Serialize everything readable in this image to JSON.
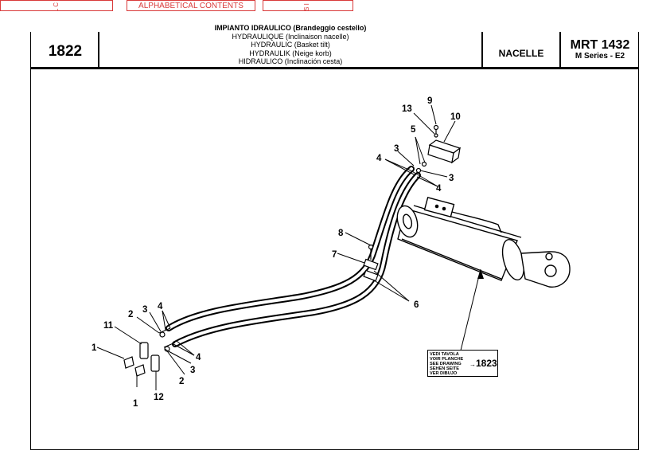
{
  "nav": {
    "left_label": "L C",
    "mid_label": "ALPHABETICAL CONTENTS",
    "right_label": "S I"
  },
  "header": {
    "plate_number": "1822",
    "titles": [
      "IMPIANTO IDRAULICO (Brandeggio cestello)",
      "HYDRAULIQUE (Inclinaison nacelle)",
      "HYDRAULIC (Basket tilt)",
      "HYDRAULIK (Neige korb)",
      "HIDRAULICO (Inclinación cesta)"
    ],
    "section": "NACELLE",
    "model": "MRT 1432",
    "series": "M Series - E2"
  },
  "reference": {
    "lines": [
      "VEDI TAVOLA",
      "VOIR PLANCHE",
      "SEE DRAWING",
      "SEHEN SEITE",
      "VER DIBUJO"
    ],
    "arrow": "→",
    "target": "1823"
  },
  "callouts": {
    "c1a": "1",
    "c1b": "1",
    "c2a": "2",
    "c2b": "2",
    "c3a": "3",
    "c3b": "3",
    "c3c": "3",
    "c3d": "3",
    "c4a": "4",
    "c4b": "4",
    "c4c": "4",
    "c4d": "4",
    "c5": "5",
    "c6": "6",
    "c7": "7",
    "c8": "8",
    "c9": "9",
    "c10": "10",
    "c11": "11",
    "c12": "12",
    "c13": "13"
  }
}
